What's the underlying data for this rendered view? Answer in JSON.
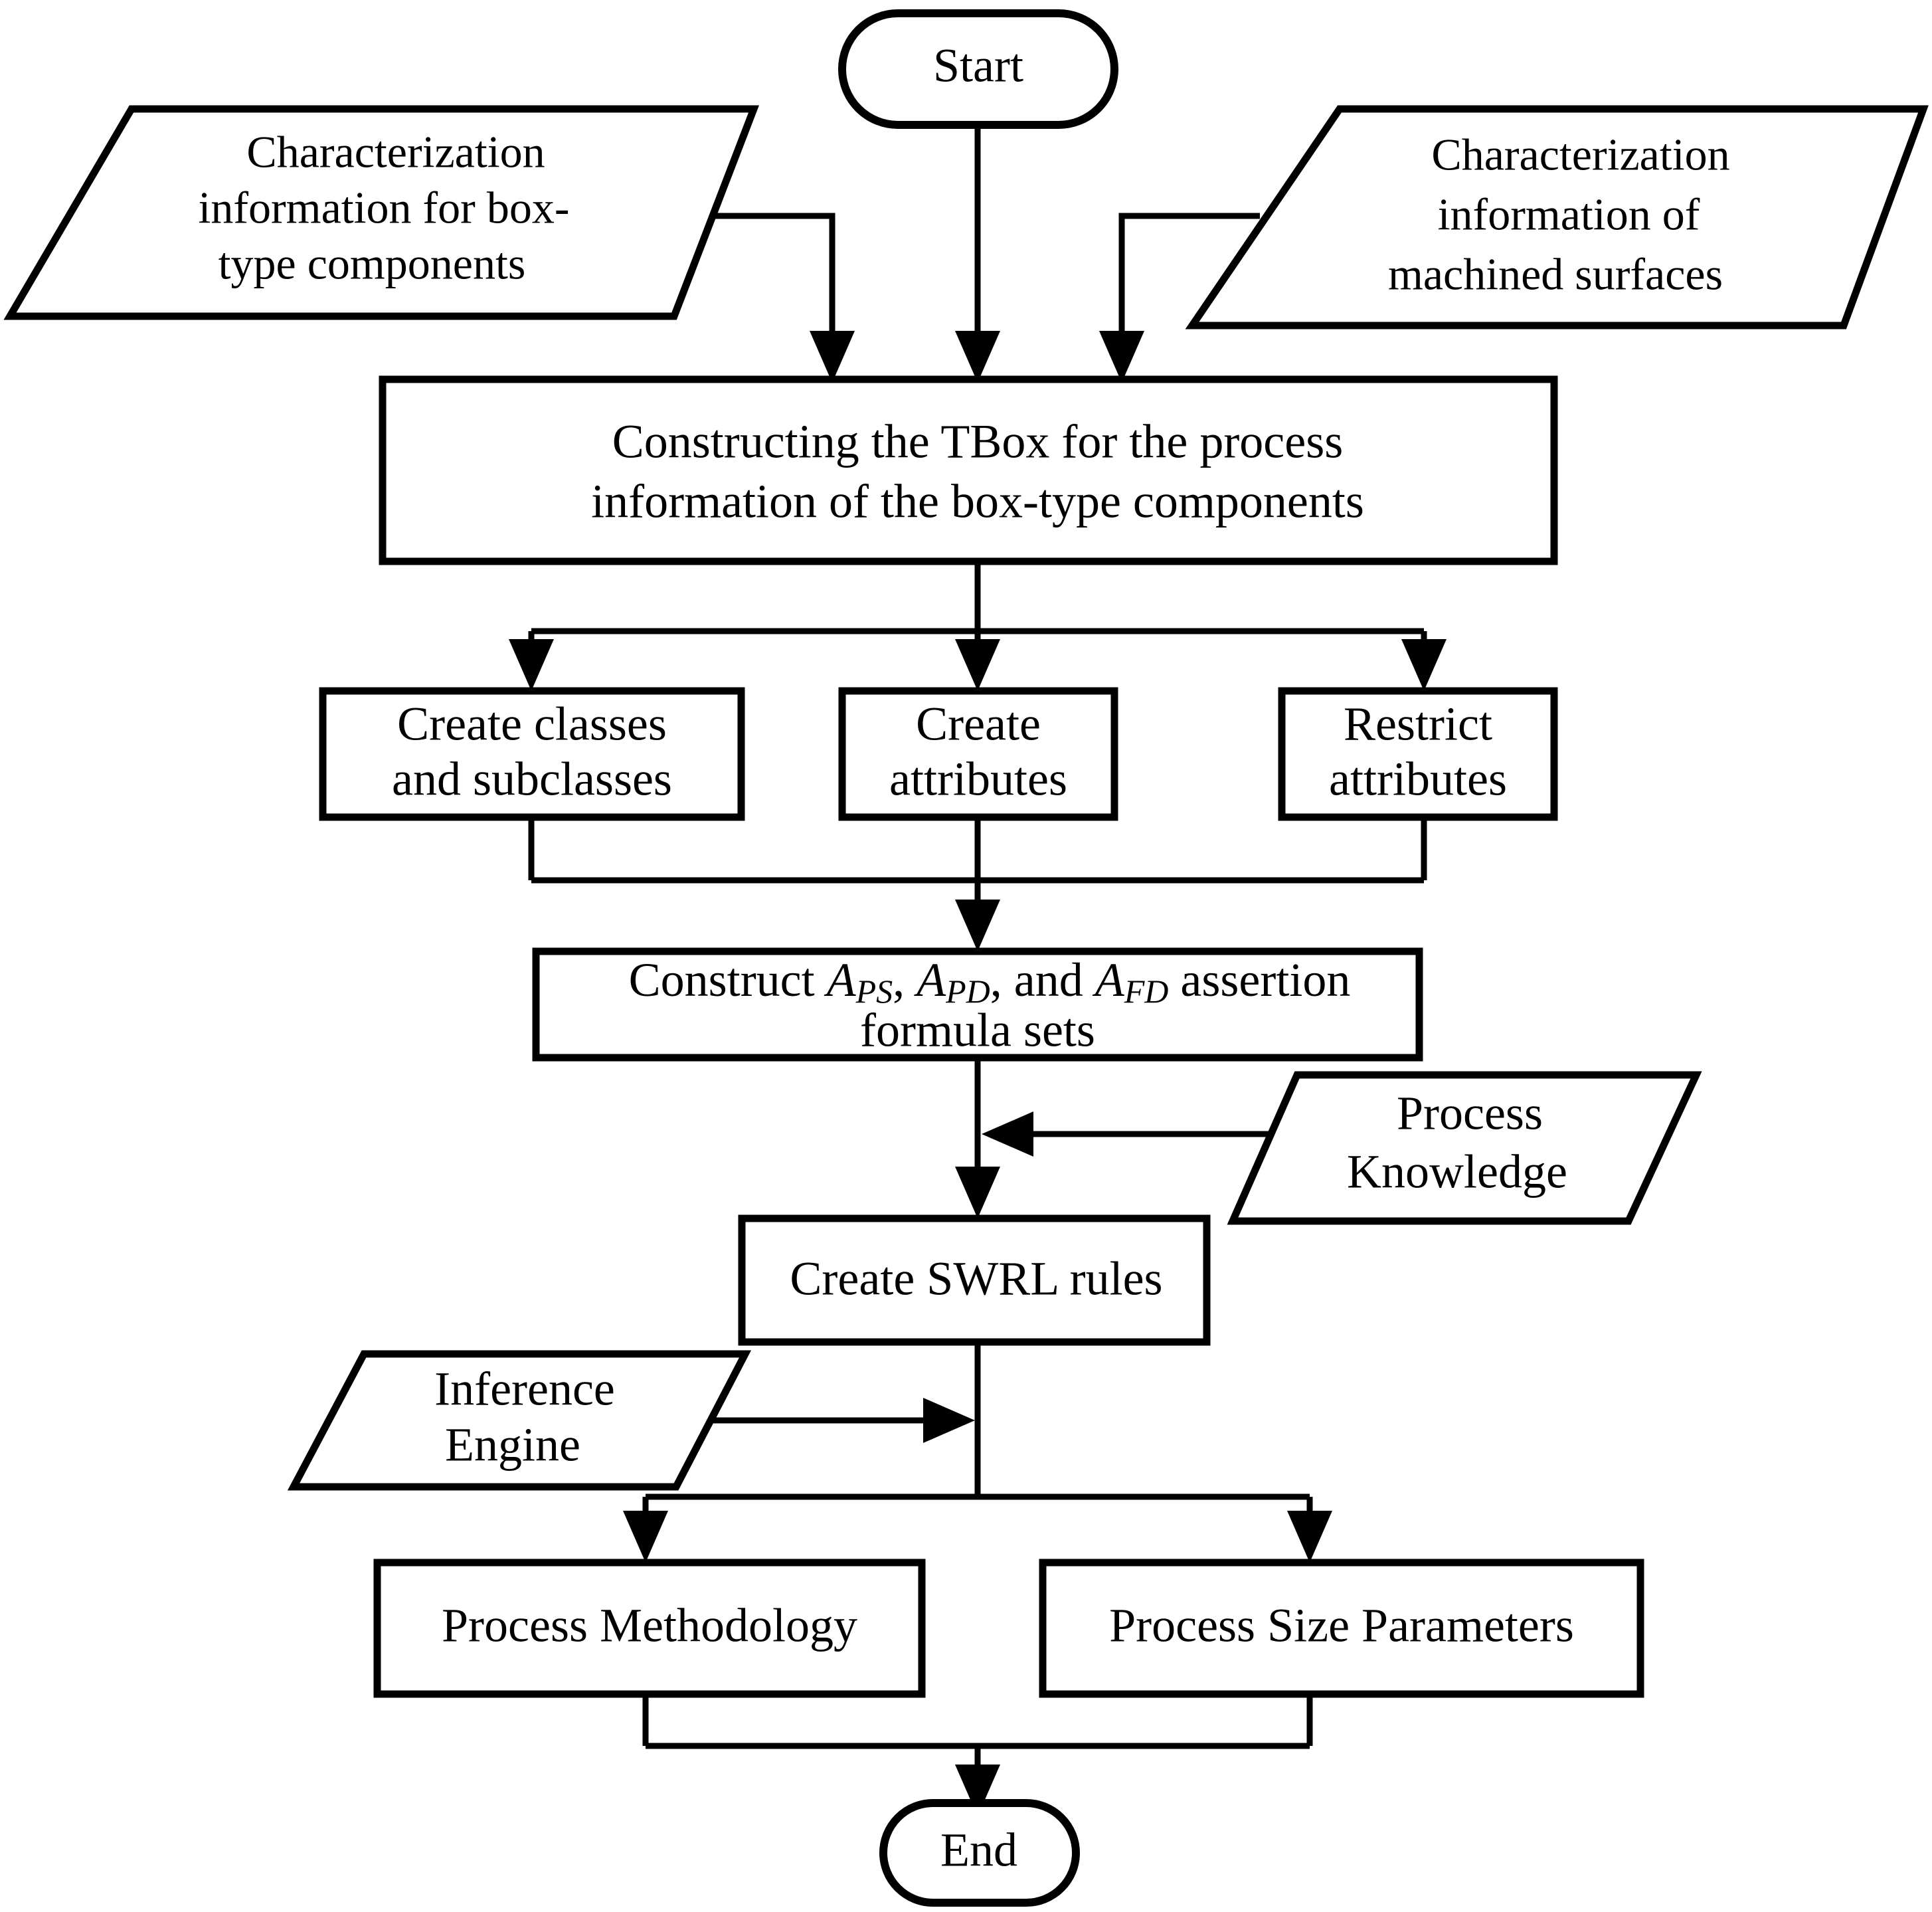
{
  "diagram": {
    "title": "Ontology construction and reasoning flowchart for box-type component process information",
    "type": "flowchart",
    "background_color": "#ffffff",
    "line_color": "#000000",
    "nodes": {
      "start": {
        "label": "Start",
        "shape": "terminator"
      },
      "end": {
        "label": "End",
        "shape": "terminator"
      },
      "input_box_components": {
        "shape": "parallelogram",
        "lines": [
          "Characterization",
          "information for box-",
          "type components"
        ]
      },
      "input_machined_surfaces": {
        "shape": "parallelogram",
        "lines": [
          "Characterization",
          "information of",
          "machined surfaces"
        ]
      },
      "construct_tbox": {
        "shape": "process",
        "lines": [
          "Constructing the TBox for the process",
          "information of the box-type components"
        ]
      },
      "create_classes": {
        "shape": "process",
        "lines": [
          "Create classes",
          "and subclasses"
        ]
      },
      "create_attributes": {
        "shape": "process",
        "lines": [
          "Create",
          "attributes"
        ]
      },
      "restrict_attributes": {
        "shape": "process",
        "lines": [
          "Restrict",
          "attributes"
        ]
      },
      "construct_assertions": {
        "shape": "process",
        "line1_prefix": "Construct ",
        "symbols": [
          {
            "base": "A",
            "sub": "PS",
            "after": ", "
          },
          {
            "base": "A",
            "sub": "PD",
            "after": ", and "
          },
          {
            "base": "A",
            "sub": "FD",
            "after": " assertion"
          }
        ],
        "line2": "formula sets",
        "plain_text": "Construct APS, APD, and AFD assertion formula sets"
      },
      "process_knowledge": {
        "shape": "parallelogram",
        "lines": [
          "Process",
          "Knowledge"
        ]
      },
      "create_swrl": {
        "shape": "process",
        "lines": [
          "Create SWRL rules"
        ]
      },
      "inference_engine": {
        "shape": "parallelogram",
        "lines": [
          "Inference",
          "Engine"
        ]
      },
      "process_methodology": {
        "shape": "process",
        "lines": [
          "Process Methodology"
        ]
      },
      "process_size_parameters": {
        "shape": "process",
        "lines": [
          "Process Size Parameters"
        ]
      }
    },
    "edges": [
      {
        "from": "start",
        "to": "construct_tbox",
        "kind": "arrow-down"
      },
      {
        "from": "input_box_components",
        "to": "construct_tbox",
        "kind": "elbow-arrow-down"
      },
      {
        "from": "input_machined_surfaces",
        "to": "construct_tbox",
        "kind": "elbow-arrow-down"
      },
      {
        "from": "construct_tbox",
        "to": "create_classes",
        "kind": "fanout-arrow-down"
      },
      {
        "from": "construct_tbox",
        "to": "create_attributes",
        "kind": "fanout-arrow-down"
      },
      {
        "from": "construct_tbox",
        "to": "restrict_attributes",
        "kind": "fanout-arrow-down"
      },
      {
        "from": "create_classes",
        "to": "construct_assertions",
        "kind": "merge-arrow-down"
      },
      {
        "from": "create_attributes",
        "to": "construct_assertions",
        "kind": "merge-arrow-down"
      },
      {
        "from": "restrict_attributes",
        "to": "construct_assertions",
        "kind": "merge-arrow-down"
      },
      {
        "from": "construct_assertions",
        "to": "create_swrl",
        "kind": "arrow-down"
      },
      {
        "from": "process_knowledge",
        "to": "create_swrl",
        "kind": "arrow-left"
      },
      {
        "from": "inference_engine",
        "to": "create_swrl",
        "kind": "arrow-right"
      },
      {
        "from": "create_swrl",
        "to": "process_methodology",
        "kind": "fanout-arrow-down"
      },
      {
        "from": "create_swrl",
        "to": "process_size_parameters",
        "kind": "fanout-arrow-down"
      },
      {
        "from": "process_methodology",
        "to": "end",
        "kind": "merge-arrow-down"
      },
      {
        "from": "process_size_parameters",
        "to": "end",
        "kind": "merge-arrow-down"
      }
    ]
  }
}
